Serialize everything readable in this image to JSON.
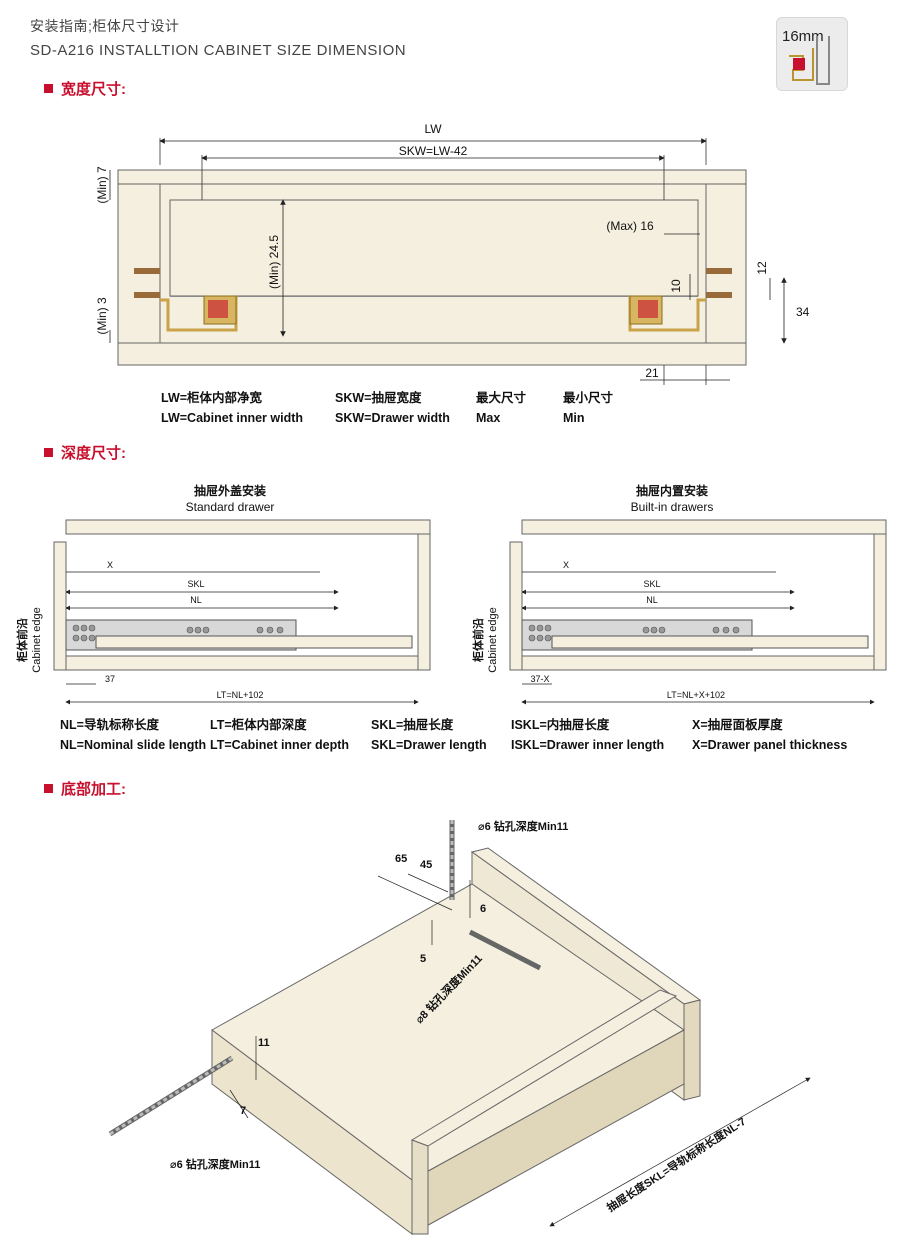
{
  "header": {
    "title_cn": "安装指南;柜体尺寸设计",
    "title_en": "SD-A216 INSTALLTION CABINET SIZE DIMENSION",
    "badge": "16mm"
  },
  "sections": {
    "width": "宽度尺寸:",
    "depth": "深度尺寸:",
    "bottom": "底部加工:"
  },
  "width_diagram": {
    "lw": "LW",
    "skw": "SKW=LW-42",
    "min7": "(Min) 7",
    "min3": "(Min) 3",
    "min245": "(Min) 24.5",
    "max16": "(Max) 16",
    "d12": "12",
    "d10": "10",
    "d34": "34",
    "d21": "21"
  },
  "width_legend": {
    "lw_cn": "LW=柜体内部净宽",
    "lw_en": "LW=Cabinet inner width",
    "skw_cn": "SKW=抽屉宽度",
    "skw_en": "SKW=Drawer width",
    "max_cn": "最大尺寸",
    "max_en": "Max",
    "min_cn": "最小尺寸",
    "min_en": "Min"
  },
  "depth_diagram": {
    "std_cn": "抽屉外盖安装",
    "std_en": "Standard drawer",
    "bi_cn": "抽屉内置安装",
    "bi_en": "Built-in drawers",
    "edge_cn": "柜体前沿",
    "edge_en": "Cabinet edge",
    "x": "X",
    "skl": "SKL",
    "nl": "NL",
    "d37": "37",
    "d37x": "37-X",
    "lt1": "LT=NL+102",
    "lt2": "LT=NL+X+102"
  },
  "depth_legend": {
    "nl_cn": "NL=导轨标称长度",
    "nl_en": "NL=Nominal slide length",
    "lt_cn": "LT=柜体内部深度",
    "lt_en": "LT=Cabinet inner depth",
    "skl_cn": "SKL=抽屉长度",
    "skl_en": "SKL=Drawer length",
    "iskl_cn": "ISKL=内抽屉长度",
    "iskl_en": "ISKL=Drawer inner length",
    "x_cn": "X=抽屉面板厚度",
    "x_en": "X=Drawer panel thickness"
  },
  "bottom_diagram": {
    "drill6_top": "⌀6 钻孔深度Min11",
    "drill6_bottom": "⌀6 钻孔深度Min11",
    "drill8": "⌀8 钻孔深度Min11",
    "d65": "65",
    "d45": "45",
    "d6": "6",
    "d5": "5",
    "d11": "11",
    "d7": "7",
    "length": "抽屉长度SKL=导轨标称长度NL-7"
  },
  "colors": {
    "panel": "#f4efdf",
    "panel_stroke": "#666666",
    "rail": "#c9a24a",
    "accent": "#c8102e"
  }
}
